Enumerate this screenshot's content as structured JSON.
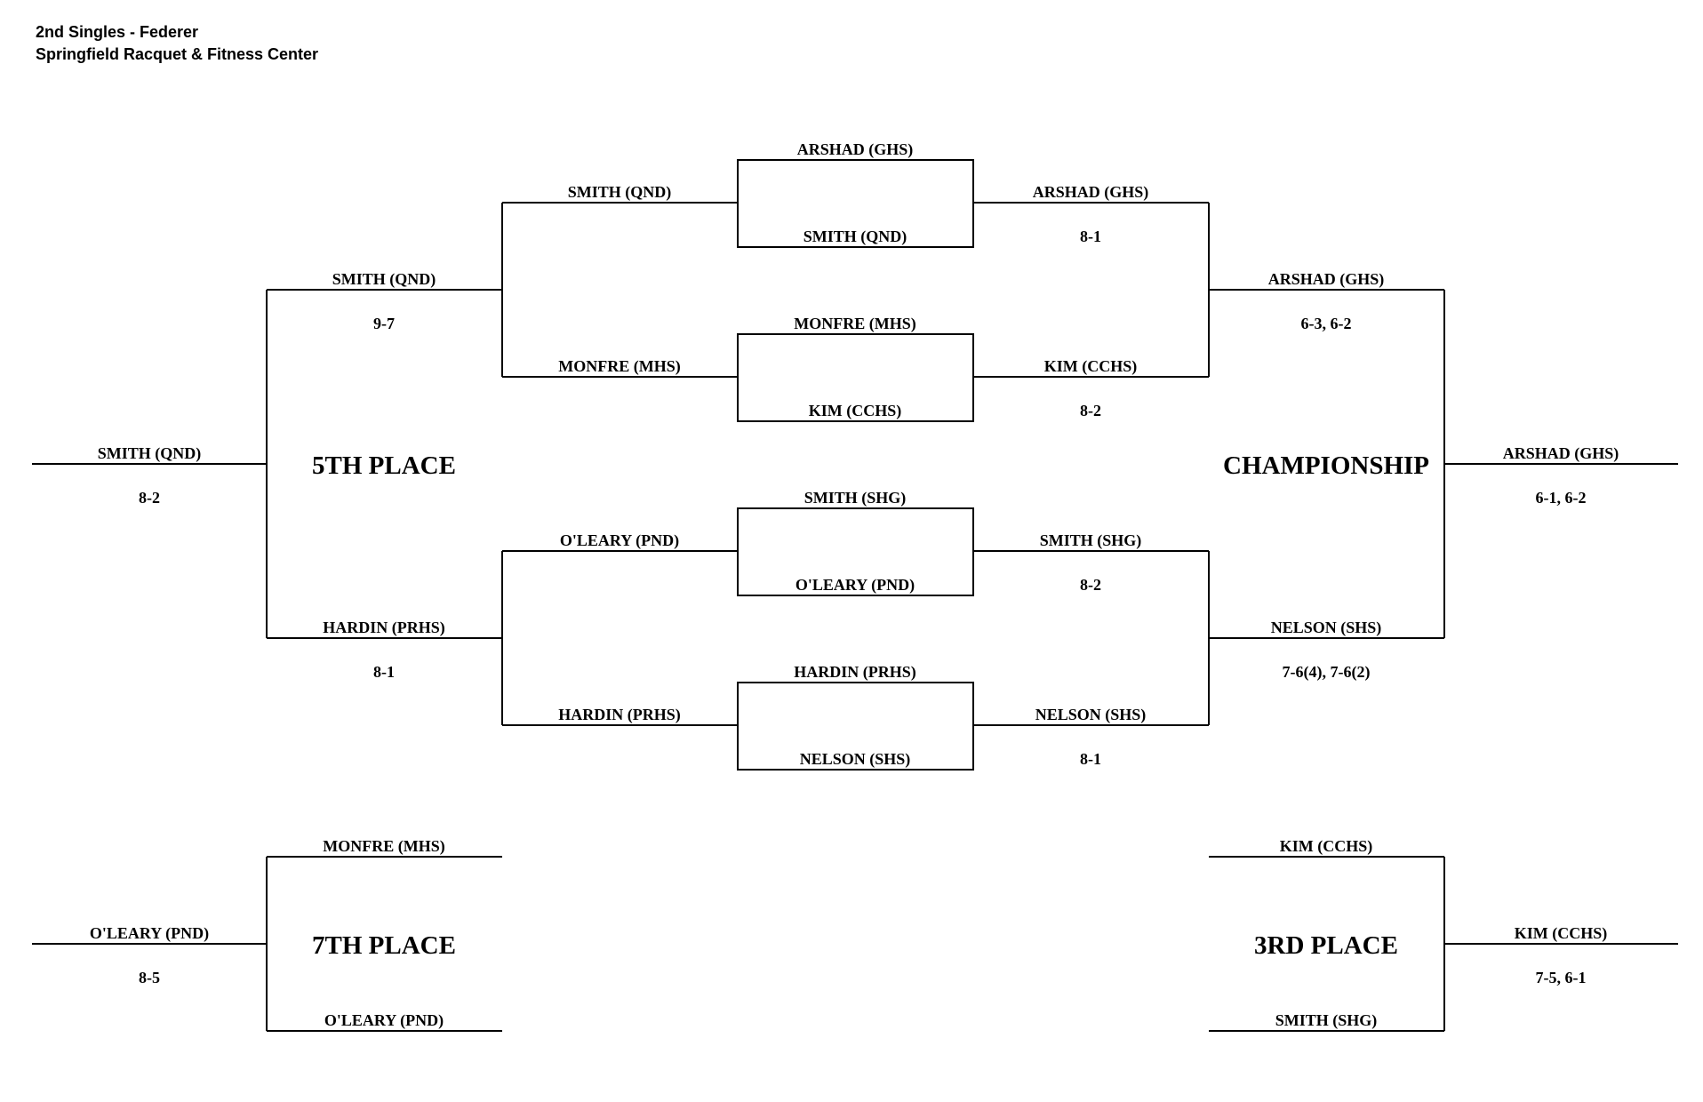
{
  "header": {
    "event": "2nd Singles - Federer",
    "venue": "Springfield Racquet & Fitness Center"
  },
  "labels": {
    "fifth": "5TH PLACE",
    "championship": "CHAMPIONSHIP",
    "seventh": "7TH PLACE",
    "third": "3RD PLACE"
  },
  "first_round": {
    "m1": {
      "top": "ARSHAD (GHS)",
      "bottom": "SMITH (QND)"
    },
    "m2": {
      "top": "MONFRE (MHS)",
      "bottom": "KIM (CCHS)"
    },
    "m3": {
      "top": "SMITH (SHG)",
      "bottom": "O'LEARY (PND)"
    },
    "m4": {
      "top": "HARDIN (PRHS)",
      "bottom": "NELSON (SHS)"
    }
  },
  "consolation_qf": {
    "l1": "SMITH (QND)",
    "l2": "MONFRE (MHS)",
    "l3": "O'LEARY (PND)",
    "l4": "HARDIN (PRHS)"
  },
  "winners_qf": {
    "w1": {
      "name": "ARSHAD (GHS)",
      "score": "8-1"
    },
    "w2": {
      "name": "KIM (CCHS)",
      "score": "8-2"
    },
    "w3": {
      "name": "SMITH (SHG)",
      "score": "8-2"
    },
    "w4": {
      "name": "NELSON (SHS)",
      "score": "8-1"
    }
  },
  "consolation_semis": {
    "top": {
      "name": "SMITH (QND)",
      "score": "9-7"
    },
    "bottom": {
      "name": "HARDIN (PRHS)",
      "score": "8-1"
    }
  },
  "winners_semis": {
    "top": {
      "name": "ARSHAD (GHS)",
      "score": "6-3, 6-2"
    },
    "bottom": {
      "name": "NELSON (SHS)",
      "score": "7-6(4), 7-6(2)"
    }
  },
  "fifth_place": {
    "name": "SMITH (QND)",
    "score": "8-2"
  },
  "champion": {
    "name": "ARSHAD (GHS)",
    "score": "6-1, 6-2"
  },
  "seventh_place": {
    "top": "MONFRE (MHS)",
    "bottom": "O'LEARY (PND)",
    "winner": {
      "name": "O'LEARY (PND)",
      "score": "8-5"
    }
  },
  "third_place": {
    "top": "KIM (CCHS)",
    "bottom": "SMITH (SHG)",
    "winner": {
      "name": "KIM (CCHS)",
      "score": "7-5, 6-1"
    }
  }
}
